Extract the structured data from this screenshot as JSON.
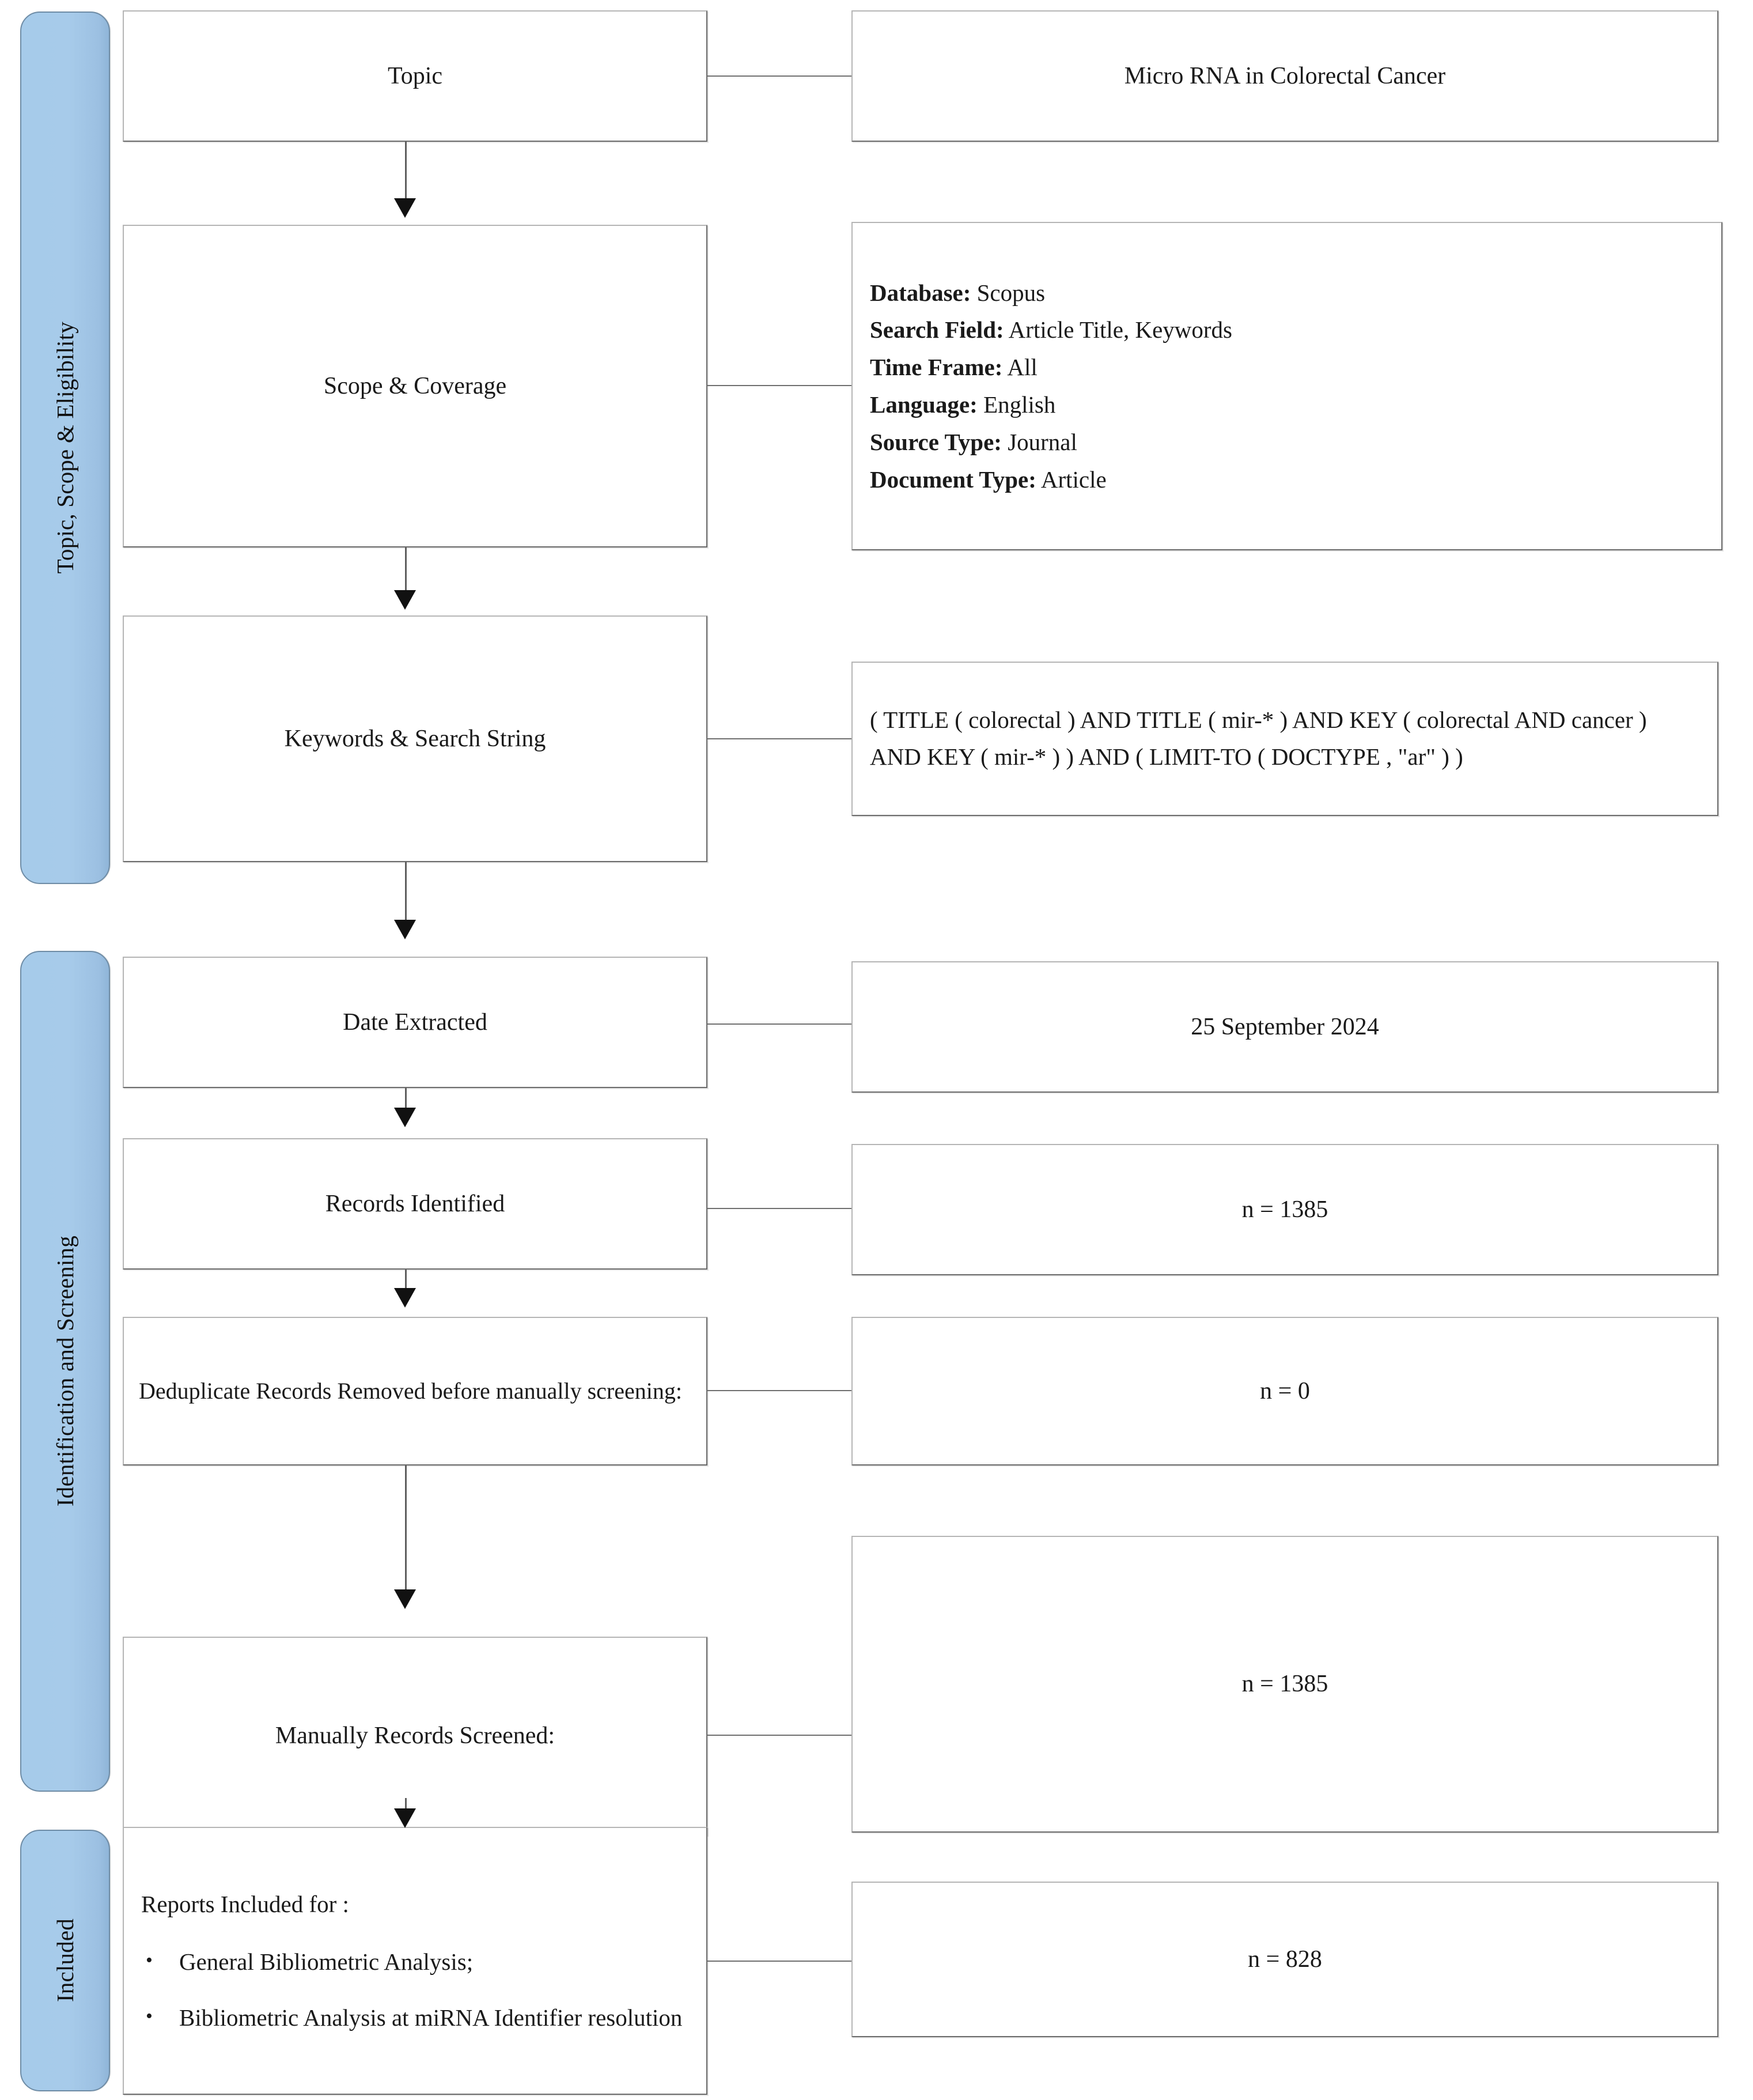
{
  "diagram": {
    "title": "PRISMA-style literature search and screening flow",
    "accent_color": "#a6cbea",
    "box_border_color": "#b5b5b5"
  },
  "phases": [
    {
      "id": "phase-topic-scope-eligibility",
      "label": "Topic, Scope & Eligibility"
    },
    {
      "id": "phase-identification-screening",
      "label": "Identification and Screening"
    },
    {
      "id": "phase-included",
      "label": "Included"
    }
  ],
  "steps": [
    {
      "id": "topic",
      "label": "Topic"
    },
    {
      "id": "scope-coverage",
      "label": "Scope & Coverage"
    },
    {
      "id": "keywords-search-string",
      "label": "Keywords & Search String"
    },
    {
      "id": "date-extracted",
      "label": "Date Extracted"
    },
    {
      "id": "records-identified",
      "label": "Records Identified"
    },
    {
      "id": "deduplicate-records-removed",
      "label": "Deduplicate Records Removed before manually screening:"
    },
    {
      "id": "manually-records-screened",
      "label": "Manually Records Screened:"
    }
  ],
  "values": {
    "topic": "Micro RNA in Colorectal Cancer",
    "date_extracted": "25 September 2024",
    "records_identified": "n = 1385",
    "deduplicate_removed": "n = 0",
    "manually_screened": "n = 1385",
    "reports_included": "n = 828"
  },
  "scope_details": [
    {
      "key": "Database:",
      "value": " Scopus"
    },
    {
      "key": "Search Field:",
      "value": " Article Title, Keywords"
    },
    {
      "key": "Time Frame:",
      "value": " All"
    },
    {
      "key": "Language:",
      "value": " English"
    },
    {
      "key": "Source Type:",
      "value": " Journal"
    },
    {
      "key": "Document Type:",
      "value": " Article"
    }
  ],
  "search_string": "( TITLE ( colorectal ) AND TITLE ( mir-* ) AND KEY ( colorectal AND cancer ) AND KEY ( mir-* ) ) AND ( LIMIT-TO ( DOCTYPE , \"ar\" ) )",
  "reports_included": {
    "heading": "Reports Included for :",
    "bullet_glyph": "•",
    "items": [
      "General Bibliometric Analysis;",
      "Bibliometric Analysis at miRNA Identifier resolution"
    ]
  }
}
